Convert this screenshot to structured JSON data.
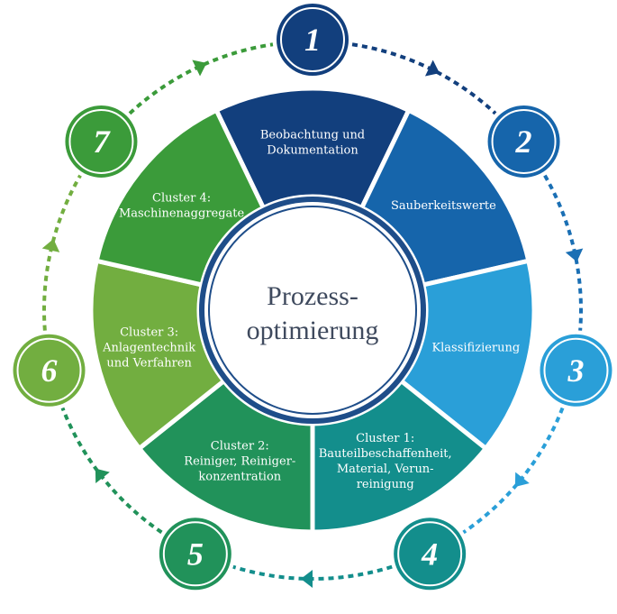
{
  "center": {
    "line1": "Prozess-",
    "line2": "optimierung"
  },
  "segments": [
    {
      "lines": [
        "Beobachtung und",
        "Dokumentation"
      ],
      "color": "#123f7d"
    },
    {
      "lines": [
        "Sauberkeitswerte"
      ],
      "color": "#1665ab"
    },
    {
      "lines": [
        "Klassifizierung"
      ],
      "color": "#2a9fd8"
    },
    {
      "lines": [
        "Cluster 1:",
        "Bauteilbeschaffenheit,",
        "Material, Verun-",
        "reinigung"
      ],
      "color": "#138e8c"
    },
    {
      "lines": [
        "Cluster 2:",
        "Reiniger, Reiniger-",
        "konzentration"
      ],
      "color": "#21925a"
    },
    {
      "lines": [
        "Cluster 3:",
        "Anlagentechnik",
        "und Verfahren"
      ],
      "color": "#72ae40"
    },
    {
      "lines": [
        "Cluster 4:",
        "Maschinenaggregate"
      ],
      "color": "#3b9b3a"
    }
  ],
  "steps": [
    {
      "label": "1",
      "color": "#123f7d"
    },
    {
      "label": "2",
      "color": "#1665ab"
    },
    {
      "label": "3",
      "color": "#2a9fd8"
    },
    {
      "label": "4",
      "color": "#138e8c"
    },
    {
      "label": "5",
      "color": "#21925a"
    },
    {
      "label": "6",
      "color": "#72ae40"
    },
    {
      "label": "7",
      "color": "#3b9b3a"
    }
  ],
  "arrow_colors": [
    "#123f7d",
    "#1a6fb4",
    "#2a9fd8",
    "#138e8c",
    "#21925a",
    "#72ae40",
    "#3b9b3a"
  ]
}
